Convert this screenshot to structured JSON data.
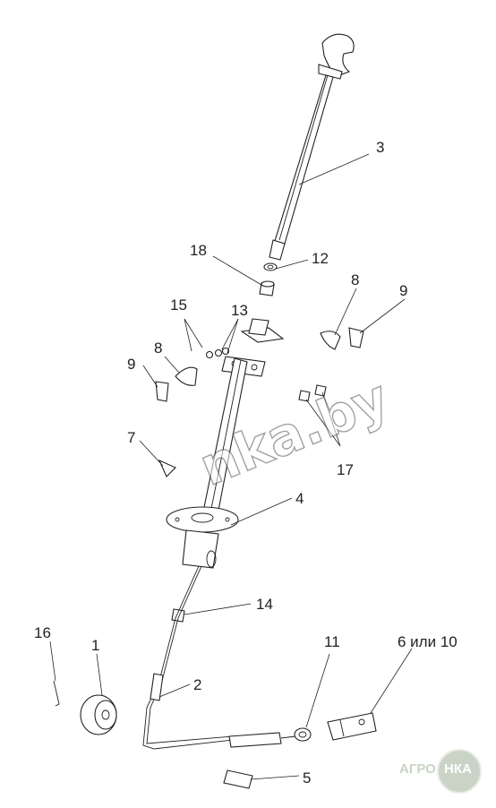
{
  "diagram": {
    "labels": {
      "l1": "1",
      "l2": "2",
      "l3": "3",
      "l4": "4",
      "l5": "5",
      "l6": "6 или 10",
      "l7": "7",
      "l8a": "8",
      "l8b": "8",
      "l9a": "9",
      "l9b": "9",
      "l11": "11",
      "l12": "12",
      "l13": "13",
      "l14": "14",
      "l15": "15",
      "l16": "16",
      "l17": "17",
      "l18": "18"
    }
  },
  "watermark": "nka.by",
  "logo": {
    "left": "АГРО",
    "right": "НКА"
  }
}
